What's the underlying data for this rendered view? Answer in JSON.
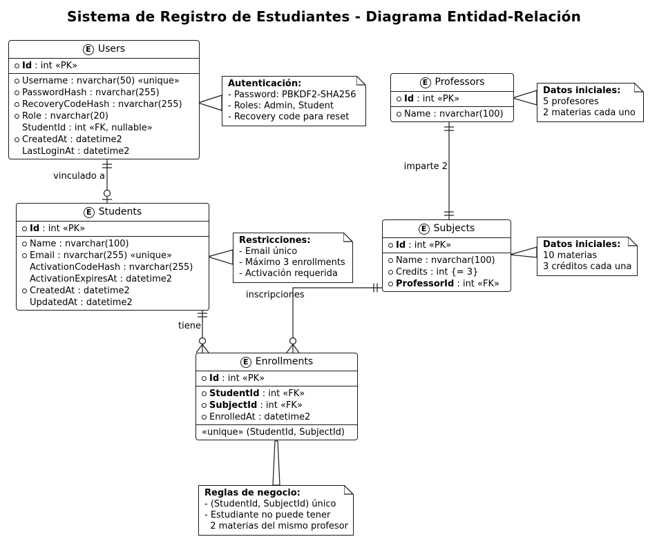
{
  "title": "Sistema de Registro de Estudiantes - Diagrama Entidad-Relación",
  "entity_icon_letter": "E",
  "entities": {
    "users": {
      "name": "Users",
      "pk": {
        "name": "Id",
        "rest": " : int «PK»"
      },
      "fields": [
        {
          "name": "Username",
          "rest": " : nvarchar(50) «unique»"
        },
        {
          "name": "PasswordHash",
          "rest": " : nvarchar(255)"
        },
        {
          "name": "RecoveryCodeHash",
          "rest": " : nvarchar(255)"
        },
        {
          "name": "Role",
          "rest": " : nvarchar(20)"
        },
        {
          "name": "StudentId",
          "rest": " : int «FK, nullable»"
        },
        {
          "name": "CreatedAt",
          "rest": " : datetime2"
        },
        {
          "name": "LastLoginAt",
          "rest": " : datetime2"
        }
      ]
    },
    "professors": {
      "name": "Professors",
      "pk": {
        "name": "Id",
        "rest": " : int «PK»"
      },
      "fields": [
        {
          "name": "Name",
          "rest": " : nvarchar(100)"
        }
      ]
    },
    "students": {
      "name": "Students",
      "pk": {
        "name": "Id",
        "rest": " : int «PK»"
      },
      "fields": [
        {
          "name": "Name",
          "rest": " : nvarchar(100)"
        },
        {
          "name": "Email",
          "rest": " : nvarchar(255) «unique»"
        },
        {
          "name": "ActivationCodeHash",
          "rest": " : nvarchar(255)"
        },
        {
          "name": "ActivationExpiresAt",
          "rest": " : datetime2"
        },
        {
          "name": "CreatedAt",
          "rest": " : datetime2"
        },
        {
          "name": "UpdatedAt",
          "rest": " : datetime2"
        }
      ]
    },
    "subjects": {
      "name": "Subjects",
      "pk": {
        "name": "Id",
        "rest": " : int «PK»"
      },
      "fields": [
        {
          "name": "Name",
          "rest": " : nvarchar(100)"
        },
        {
          "name": "Credits",
          "rest": " : int {= 3}"
        },
        {
          "name": "ProfessorId",
          "rest": " : int «FK»"
        }
      ]
    },
    "enrollments": {
      "name": "Enrollments",
      "pk": {
        "name": "Id",
        "rest": " : int «PK»"
      },
      "fields": [
        {
          "name": "StudentId",
          "rest": " : int «FK»"
        },
        {
          "name": "SubjectId",
          "rest": " : int «FK»"
        },
        {
          "name": "EnrolledAt",
          "rest": " : datetime2"
        }
      ],
      "unique_constraint": "«unique» (StudentId, SubjectId)"
    }
  },
  "notes": {
    "auth": {
      "title": "Autenticación:",
      "lines": [
        "- Password: PBKDF2-SHA256",
        "- Roles: Admin, Student",
        "- Recovery code para reset"
      ]
    },
    "datos_profesores": {
      "title": "Datos iniciales:",
      "lines": [
        "5 profesores",
        "2 materias cada uno"
      ]
    },
    "restricciones": {
      "title": "Restricciones:",
      "lines": [
        "- Email único",
        "- Máximo 3 enrollments",
        "- Activación requerida"
      ]
    },
    "datos_materias": {
      "title": "Datos iniciales:",
      "lines": [
        "10 materias",
        "3 créditos cada una"
      ]
    },
    "reglas": {
      "title": "Reglas de negocio:",
      "lines": [
        "- (StudentId, SubjectId) único",
        "- Estudiante no puede tener",
        "  2 materias del mismo profesor"
      ]
    }
  },
  "relations": {
    "users_students": {
      "label": "vinculado a"
    },
    "professors_subjects": {
      "label": "imparte 2"
    },
    "students_enrollments": {
      "label": "tiene"
    },
    "subjects_enrollments": {
      "label": "inscripciones"
    }
  },
  "colors": {
    "line": "#181818",
    "background": "#ffffff",
    "text": "#000000"
  }
}
